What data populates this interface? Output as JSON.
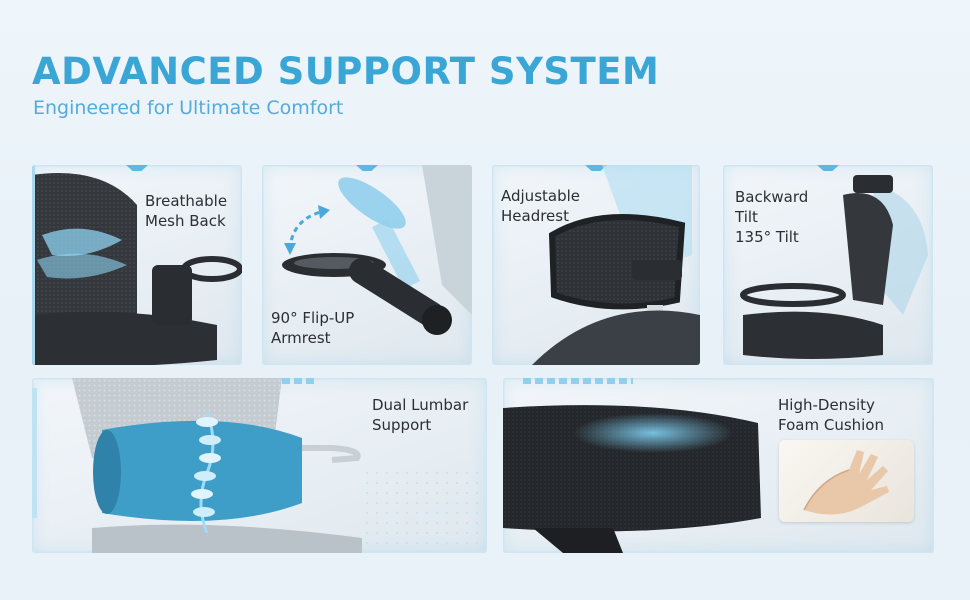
{
  "header": {
    "title": "ADVANCED SUPPORT SYSTEM",
    "subtitle": "Engineered for Ultimate Comfort"
  },
  "features": [
    {
      "id": "mesh",
      "lines": [
        "Breathable",
        "Mesh Back"
      ]
    },
    {
      "id": "armrest",
      "lines": [
        "90° Flip-UP",
        "Armrest"
      ]
    },
    {
      "id": "headrest",
      "lines": [
        "Adjustable",
        "Headrest"
      ]
    },
    {
      "id": "tilt",
      "lines": [
        "Backward",
        "Tilt",
        "135° Tilt"
      ]
    },
    {
      "id": "lumbar",
      "lines": [
        "Dual Lumbar",
        "Support"
      ]
    },
    {
      "id": "cushion",
      "lines": [
        "High-Density",
        "Foam Cushion"
      ]
    }
  ],
  "colors": {
    "accent": "#3aa6d6",
    "accent_light": "#6cc0e6",
    "chair_dark": "#2a2d31",
    "lumbar_blue": "#3f9ec8"
  },
  "icons": [
    "flip-arrow-icon",
    "spine-icon",
    "hand-print-icon"
  ]
}
